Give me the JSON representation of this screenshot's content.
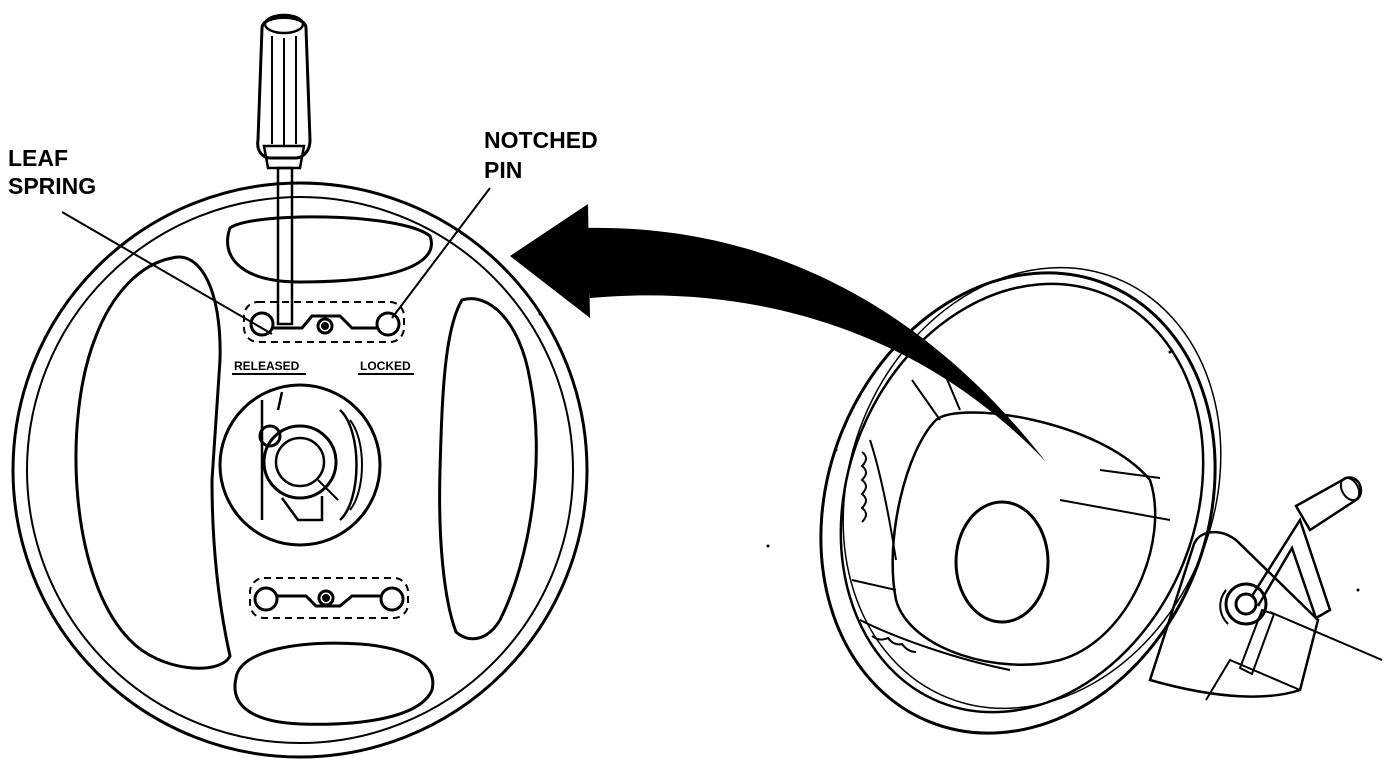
{
  "labels": {
    "leaf_spring_line1": "LEAF",
    "leaf_spring_line2": "SPRING",
    "notched_pin_line1": "NOTCHED",
    "notched_pin_line2": "PIN",
    "released": "RELEASED",
    "locked": "LOCKED"
  },
  "colors": {
    "ink": "#000000",
    "paper": "#ffffff"
  }
}
